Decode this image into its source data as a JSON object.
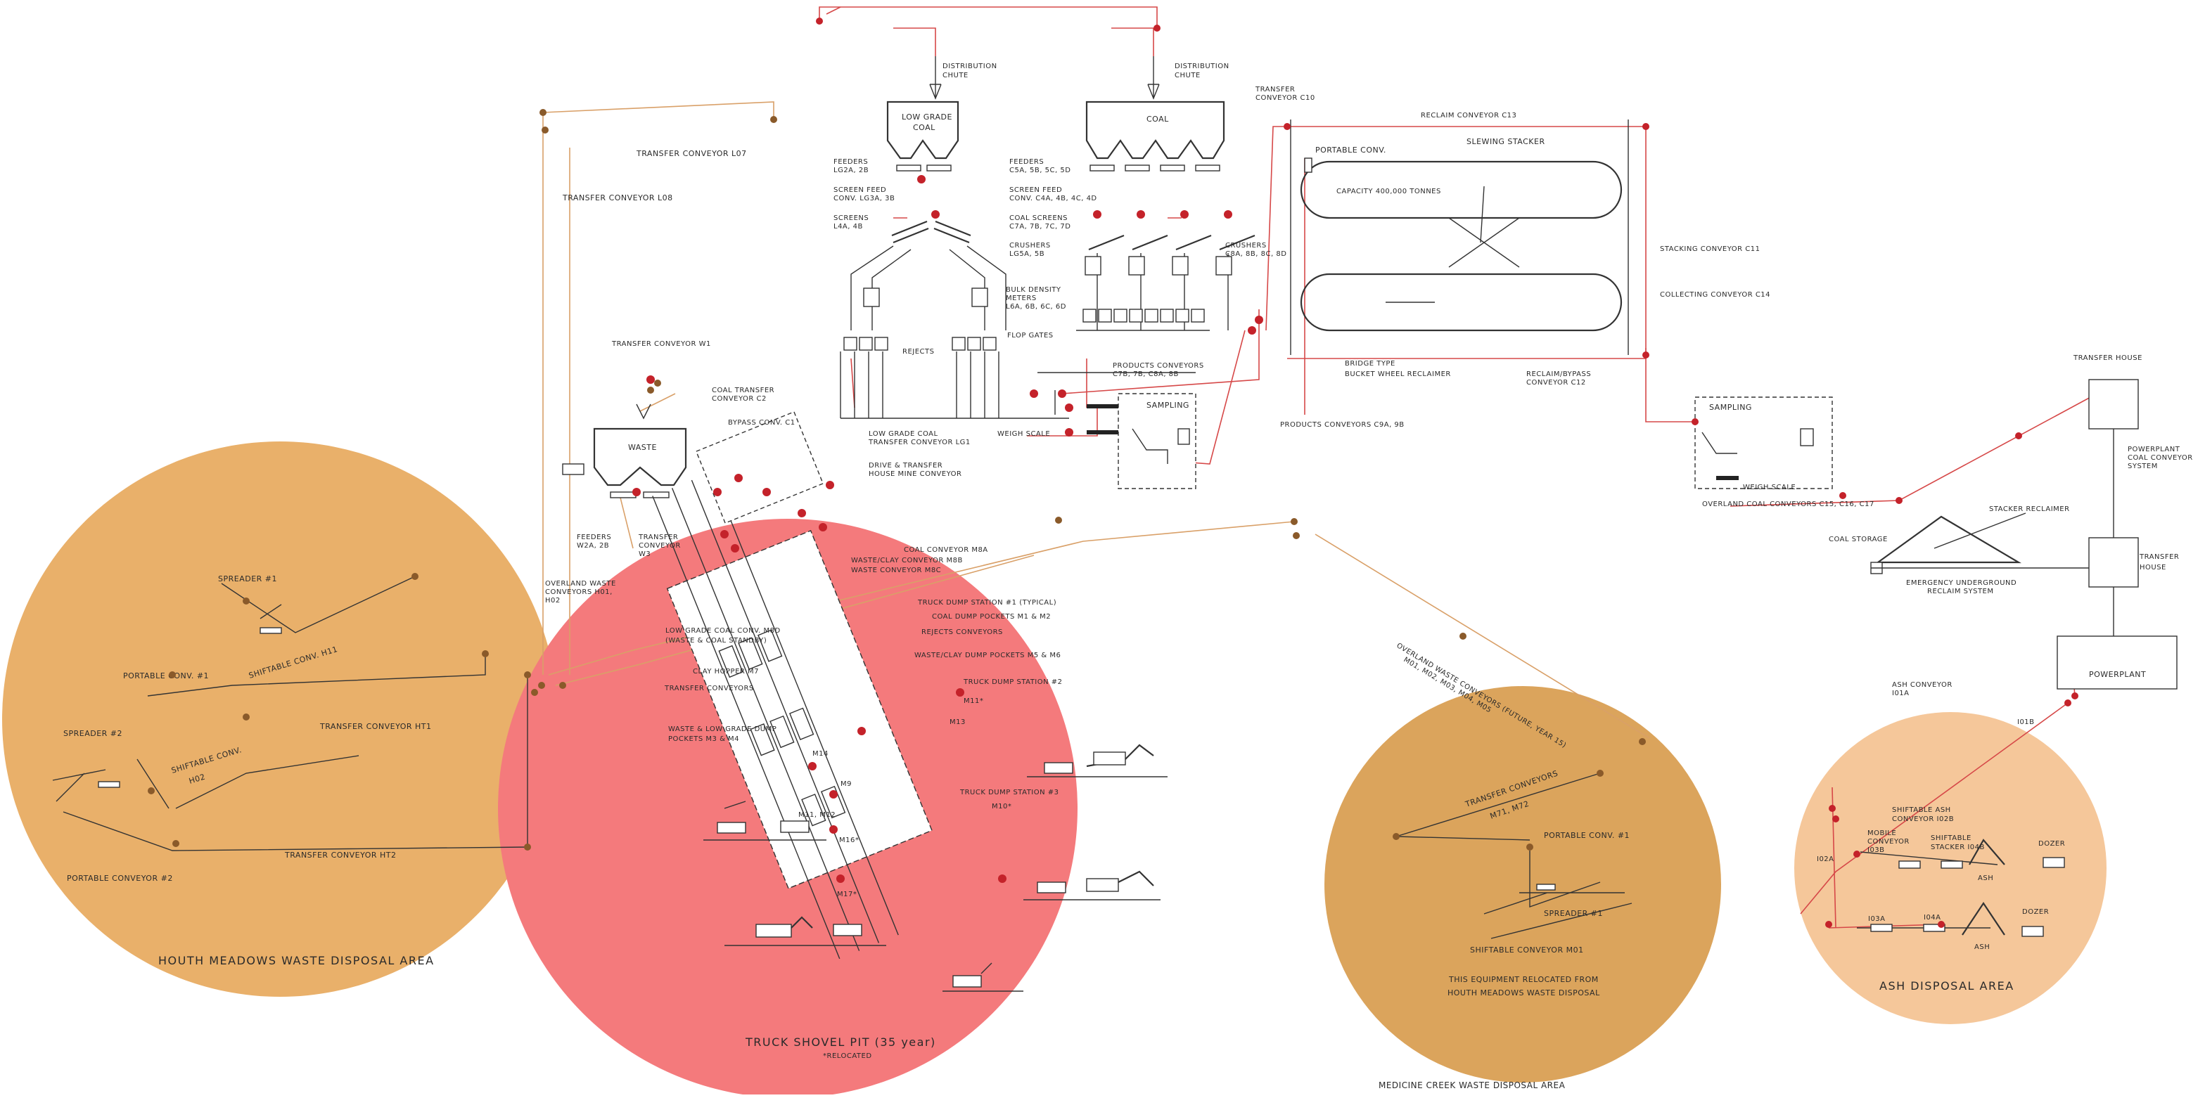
{
  "areas": {
    "south_meadows": "HOUTH MEADOWS WASTE DISPOSAL AREA",
    "truck_shovel": "TRUCK SHOVEL PIT (35 year)",
    "relocated_note": "*RELOCATED",
    "medicine_creek": "MEDICINE CREEK WASTE DISPOSAL AREA",
    "medicine_note_1": "THIS EQUIPMENT RELOCATED FROM",
    "medicine_note_2": "HOUTH MEADOWS WASTE DISPOSAL",
    "ash": "ASH DISPOSAL AREA"
  },
  "plant": {
    "distribution_chute_1": "DISTRIBUTION",
    "distribution_chute_1b": "CHUTE",
    "distribution_chute_2": "DISTRIBUTION",
    "distribution_chute_2b": "CHUTE",
    "low_grade_coal_1": "LOW GRADE",
    "low_grade_coal_2": "COAL",
    "coal": "COAL",
    "transfer_conveyor_l07": "TRANSFER CONVEYOR L07",
    "transfer_conveyor_l08": "TRANSFER CONVEYOR L08",
    "feeders_lg": "FEEDERS",
    "feeders_lg_b": "LG2A, 2B",
    "screen_feed_lg": "SCREEN FEED",
    "screen_feed_lg_b": "CONV. LG3A, 3B",
    "screens_lg": "SCREENS",
    "screens_lg_b": "L4A, 4B",
    "feeders_c": "FEEDERS",
    "feeders_c_b": "C5A, 5B, 5C, 5D",
    "screen_feed_c": "SCREEN FEED",
    "screen_feed_c_b": "CONV. C4A, 4B, 4C, 4D",
    "coal_screens": "COAL SCREENS",
    "coal_screens_b": "C7A, 7B, 7C, 7D",
    "crushers_lg": "CRUSHERS",
    "crushers_lg_b": "LG5A, 5B",
    "crushers_c": "CRUSHERS",
    "crushers_c_b": "C8A, 8B, 8C, 8D",
    "bulk_density_1": "BULK DENSITY",
    "bulk_density_2": "METERS",
    "bulk_density_3": "L6A, 6B, 6C, 6D",
    "flop_gates": "FLOP GATES",
    "rejects": "REJECTS",
    "products_conveyors": "PRODUCTS CONVEYORS",
    "products_conveyors_b": "C7B, 7B, C8A, 8B",
    "sampling": "SAMPLING",
    "weigh_scale": "WEIGH SCALE",
    "products_conveyors_c9": "PRODUCTS CONVEYORS C9A, 9B",
    "low_grade_transfer": "LOW GRADE COAL",
    "low_grade_transfer_b": "TRANSFER CONVEYOR LG1",
    "drive_transfer": "DRIVE & TRANSFER",
    "drive_transfer_b": "HOUSE MINE CONVEYOR",
    "bypass_conv": "BYPASS CONV. C1",
    "coal_transfer_c2_1": "COAL TRANSFER",
    "coal_transfer_c2_2": "CONVEYOR C2",
    "transfer_conveyor_w1": "TRANSFER CONVEYOR W1",
    "waste": "WASTE",
    "feeders_w": "FEEDERS",
    "feeders_w_b": "W2A, 2B",
    "transfer_conv_w3_1": "TRANSFER",
    "transfer_conv_w3_2": "CONVEYOR",
    "transfer_conv_w3_3": "W3",
    "overland_waste_1": "OVERLAND WASTE",
    "overland_waste_2": "CONVEYORS H01,",
    "overland_waste_3": "H02",
    "transfer_conv_c10_1": "TRANSFER",
    "transfer_conv_c10_2": "CONVEYOR C10",
    "reclaim_conveyor_c13": "RECLAIM CONVEYOR C13",
    "portable_conv": "PORTABLE CONV.",
    "slewing_stacker": "SLEWING STACKER",
    "capacity": "CAPACITY 400,000 TONNES",
    "stacking_conveyor_c11": "STACKING CONVEYOR C11",
    "collecting_conveyor_c14": "COLLECTING CONVEYOR C14",
    "bridge_type_1": "BRIDGE TYPE",
    "bridge_type_2": "BUCKET WHEEL RECLAIMER",
    "reclaim_bypass_1": "RECLAIM/BYPASS",
    "reclaim_bypass_2": "CONVEYOR C12",
    "sampling_2": "SAMPLING",
    "weigh_scale_2": "WEIGH SCALE",
    "overland_coal": "OVERLAND COAL CONVEYORS C15, C16, C17",
    "transfer_house_top": "TRANSFER HOUSE",
    "powerplant_coal_1": "POWERPLANT",
    "powerplant_coal_2": "COAL CONVEYOR",
    "powerplant_coal_3": "SYSTEM",
    "stacker_reclaimer": "STACKER RECLAIMER",
    "coal_storage": "COAL STORAGE",
    "emergency_1": "EMERGENCY UNDERGROUND",
    "emergency_2": "RECLAIM SYSTEM",
    "transfer_house_mid_1": "TRANSFER",
    "transfer_house_mid_2": "HOUSE",
    "powerplant": "POWERPLANT",
    "ash_conveyor_1": "ASH CONVEYOR",
    "ash_conveyor_2": "I01A",
    "i01b": "I01B"
  },
  "south": {
    "spreader_1": "SPREADER #1",
    "portable_conv_1": "PORTABLE CONV. #1",
    "shiftable_h1": "SHIFTABLE CONV. H11",
    "spreader_2": "SPREADER #2",
    "shiftable_h2_1": "SHIFTABLE CONV.",
    "shiftable_h2_2": "H02",
    "transfer_ht1": "TRANSFER CONVEYOR HT1",
    "transfer_ht2": "TRANSFER CONVEYOR HT2",
    "portable_conv_2": "PORTABLE CONVEYOR #2"
  },
  "pit": {
    "coal_conveyor_m8a": "COAL CONVEYOR M8A",
    "waste_clay_m8b": "WASTE/CLAY CONVEYOR M8B",
    "waste_conveyor_m8c": "WASTE CONVEYOR M8C",
    "truck_dump_1": "TRUCK DUMP STATION #1 (TYPICAL)",
    "coal_dump_pockets": "COAL DUMP POCKETS M1 & M2",
    "rejects_conveyors": "REJECTS CONVEYORS",
    "waste_clay_pockets": "WASTE/CLAY DUMP POCKETS M5 & M6",
    "low_grade_m8d_1": "LOW GRADE COAL CONV. M8D",
    "low_grade_m8d_2": "(WASTE & COAL STANDBY)",
    "clay_hopper": "CLAY HOPPER M7",
    "transfer_conveyors": "TRANSFER CONVEYORS",
    "truck_dump_2": "TRUCK DUMP STATION #2",
    "waste_lg_pockets_1": "WASTE & LOW GRADE DUMP",
    "waste_lg_pockets_2": "POCKETS M3 & M4",
    "truck_dump_3": "TRUCK DUMP STATION #3",
    "m11": "M11*",
    "m13": "M13",
    "m14": "M14",
    "m9": "M9",
    "m11m12": "M11, M12",
    "m10": "M10*",
    "m16": "M16*",
    "m17": "M17*"
  },
  "medicine": {
    "overland_1": "OVERLAND WASTE CONVEYORS (FUTURE, YEAR 15)",
    "overland_2": "M01, M02, M03, M04, M05",
    "transfer_1": "TRANSFER CONVEYORS",
    "transfer_2": "M71, M72",
    "portable_conv": "PORTABLE CONV. #1",
    "spreader": "SPREADER #1",
    "shiftable": "SHIFTABLE CONVEYOR M01"
  },
  "ash": {
    "shiftable_1": "SHIFTABLE ASH",
    "shiftable_2": "CONVEYOR I02B",
    "mobile_1": "MOBILE",
    "mobile_2": "CONVEYOR",
    "mobile_3": "I03B",
    "shiftable_stacker_1": "SHIFTABLE",
    "shiftable_stacker_2": "STACKER I04B",
    "dozer_1": "DOZER",
    "ash_1": "ASH",
    "i02a": "I02A",
    "i03a": "I03A",
    "i04a": "I04A",
    "dozer_2": "DOZER",
    "ash_2": "ASH"
  },
  "colors": {
    "south_fill": "#e9b06a",
    "pit_fill": "#f47a7c",
    "medicine_fill": "#dba45c",
    "ash_fill": "#f5c79a",
    "red_line": "#d64848",
    "orange_line": "#d9a068"
  }
}
